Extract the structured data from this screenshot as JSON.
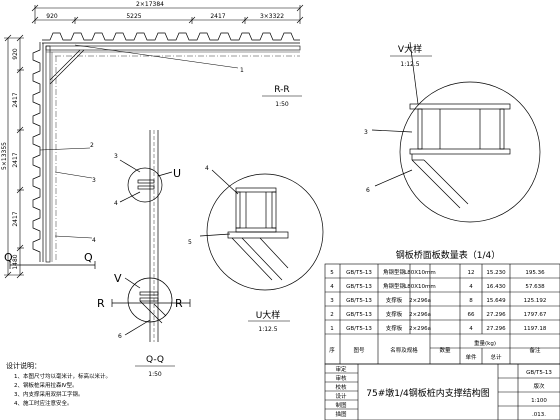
{
  "dimensions": {
    "top_total": "2×17384",
    "top_segments": [
      "920",
      "5225",
      "2417",
      "3×3322"
    ],
    "left_total": "5×13355",
    "left_segments": [
      "920",
      "2417",
      "2417",
      "2417",
      "1480"
    ]
  },
  "section_markers": {
    "rr_title": "R-R",
    "rr_scale": "1:50",
    "qq_title": "Q-Q",
    "qq_scale": "1:50",
    "q_left": "Q",
    "q_right": "Q",
    "r_left": "R",
    "r_right": "R",
    "u_mark": "U",
    "v_mark": "V"
  },
  "callouts": [
    "1",
    "2",
    "3",
    "4",
    "5",
    "6"
  ],
  "details": {
    "v_title": "V大样",
    "v_scale": "1:12.5",
    "u_title": "U大样",
    "u_scale": "1:12.5",
    "v_callouts": [
      "3",
      "6"
    ],
    "u_callouts": [
      "4",
      "5"
    ]
  },
  "table": {
    "title": "钢板桥面板数量表（1/4）",
    "rows": [
      {
        "no": "5",
        "code": "GB/T5-13",
        "name": "角钢型钢",
        "spec": "L80X10mm",
        "count": "12",
        "unit": "15.230",
        "total": "195.36"
      },
      {
        "no": "4",
        "code": "GB/T5-13",
        "name": "角钢型钢",
        "spec": "L80X10mm",
        "count": "4",
        "unit": "16.430",
        "total": "57.638"
      },
      {
        "no": "3",
        "code": "GB/T5-13",
        "name": "支撑板",
        "spec": "2×296a",
        "count": "8",
        "unit": "15.649",
        "total": "125.192"
      },
      {
        "no": "2",
        "code": "GB/T5-13",
        "name": "支撑板",
        "spec": "2×296a",
        "count": "66",
        "unit": "27.296",
        "total": "1797.67"
      },
      {
        "no": "1",
        "code": "GB/T5-13",
        "name": "支撑板",
        "spec": "2×296a",
        "count": "4",
        "unit": "27.296",
        "total": "1197.18"
      }
    ],
    "header": {
      "no": "序",
      "code": "图号",
      "name": "名称及规格",
      "count": "数量",
      "weight_group": "重量(kg)",
      "unit": "单件",
      "total": "总计",
      "remark": "备注"
    }
  },
  "title_block": {
    "drawing_title": "75#墩1/4钢板桩内支撑结构图",
    "drawing_no": "GB/T5-13",
    "sheet": "版次",
    "scale": "1:100",
    "date": ".013.",
    "rows": [
      "审定",
      "审核",
      "校核",
      "设计",
      "制图",
      "描图"
    ]
  },
  "notes": {
    "heading": "设计说明：",
    "items": [
      "1、本图尺寸均以毫米计，标高以米计。",
      "2、钢板桩采用拉森Ⅳ型。",
      "3、内支撑采用双拼工字钢。",
      "4、施工时应注意安全。"
    ]
  }
}
